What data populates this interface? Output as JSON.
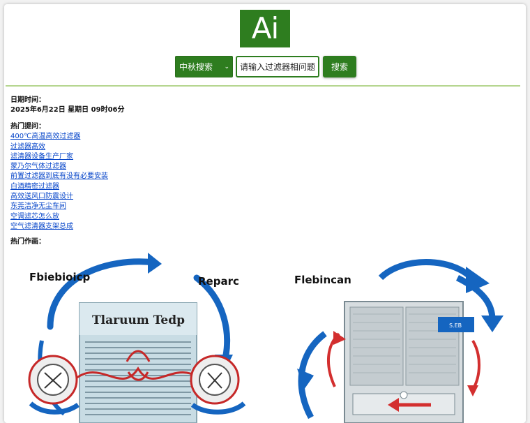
{
  "logo": {
    "text": "Ai"
  },
  "search": {
    "engine": "中秋搜索",
    "placeholder": "请输入过滤器相问题",
    "button": "搜索"
  },
  "datetime": {
    "label": "日期时间：",
    "value": "2025年6月22日 星期日 09时06分"
  },
  "hot_questions": {
    "label": "热门提问：",
    "items": [
      "400℃高温高效过滤器",
      "过滤器高效",
      "滤清器设备生产厂家",
      "蒙乃尔气体过滤器",
      "前置过滤器到底有没有必要安装",
      "白酒精密过滤器",
      "高效送风口防震设计",
      "东莞洁净无尘车间",
      "空调滤芯怎么放",
      "空气滤清器支架总成"
    ]
  },
  "hot_art": {
    "label": "热门作画：",
    "left_title_1": "Fbiebioicp",
    "left_title_2": "Reparc",
    "left_panel": "Tlaruum Tedp",
    "right_title": "Flebincan",
    "right_badge": "S.EB"
  },
  "colors": {
    "brand_green": "#2e7d1f",
    "link": "#0645c9",
    "divider": "#b5d68f",
    "arrow_blue": "#1565c0",
    "arrow_red": "#d32f2f"
  }
}
